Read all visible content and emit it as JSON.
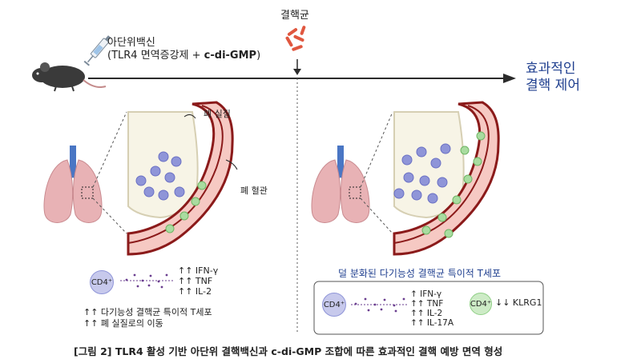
{
  "timeline": {
    "vaccine_label_1": "아단위백신",
    "vaccine_label_2_pre": "(TLR4 면역증강제 + ",
    "vaccine_label_2_bold": "c-di-GMP",
    "vaccine_label_2_post": ")",
    "pathogen_label": "결핵균",
    "outcome_line_1": "효과적인",
    "outcome_line_2": "결핵 제어"
  },
  "left_panel": {
    "parenchyma_label": "폐 실질",
    "vessel_label": "폐 혈관",
    "cd4_label": "CD4⁺",
    "cytokines": [
      "↑↑ IFN-γ",
      "↑↑ TNF",
      "↑↑ IL-2"
    ],
    "summary": [
      "↑↑ 다기능성 결핵균 특이적 T세포",
      "↑↑ 폐 실질로의 이동"
    ]
  },
  "right_panel": {
    "title": "덜 분화된 다기능성 결핵균 특이적 T세포",
    "cd4_label": "CD4⁺",
    "cytokines": [
      "↑ IFN-γ",
      "↑↑ TNF",
      "↑↑ IL-2",
      "↑↑ IL-17A"
    ],
    "cd4_label_2": "CD4⁺",
    "klrg1": "↓↓ KLRG1"
  },
  "caption": "[그림 2] TLR4 활성 기반 아단위 결핵백신과 c-di-GMP 조합에 따른 효과적인 결핵 예방 면역 형성",
  "colors": {
    "arrow": "#2b2b2b",
    "outcome_text": "#1f3f8f",
    "vessel_wall": "#8b1a1a",
    "vessel_inner": "#f6c9c3",
    "lung": "#e8b2b5",
    "cd4_purple": "#c7c9ec",
    "cd4_green": "#cdebc6",
    "tcell_blue": "#8f95d8",
    "tcell_green": "#a9dca0",
    "bacteria": "#e0573f"
  }
}
